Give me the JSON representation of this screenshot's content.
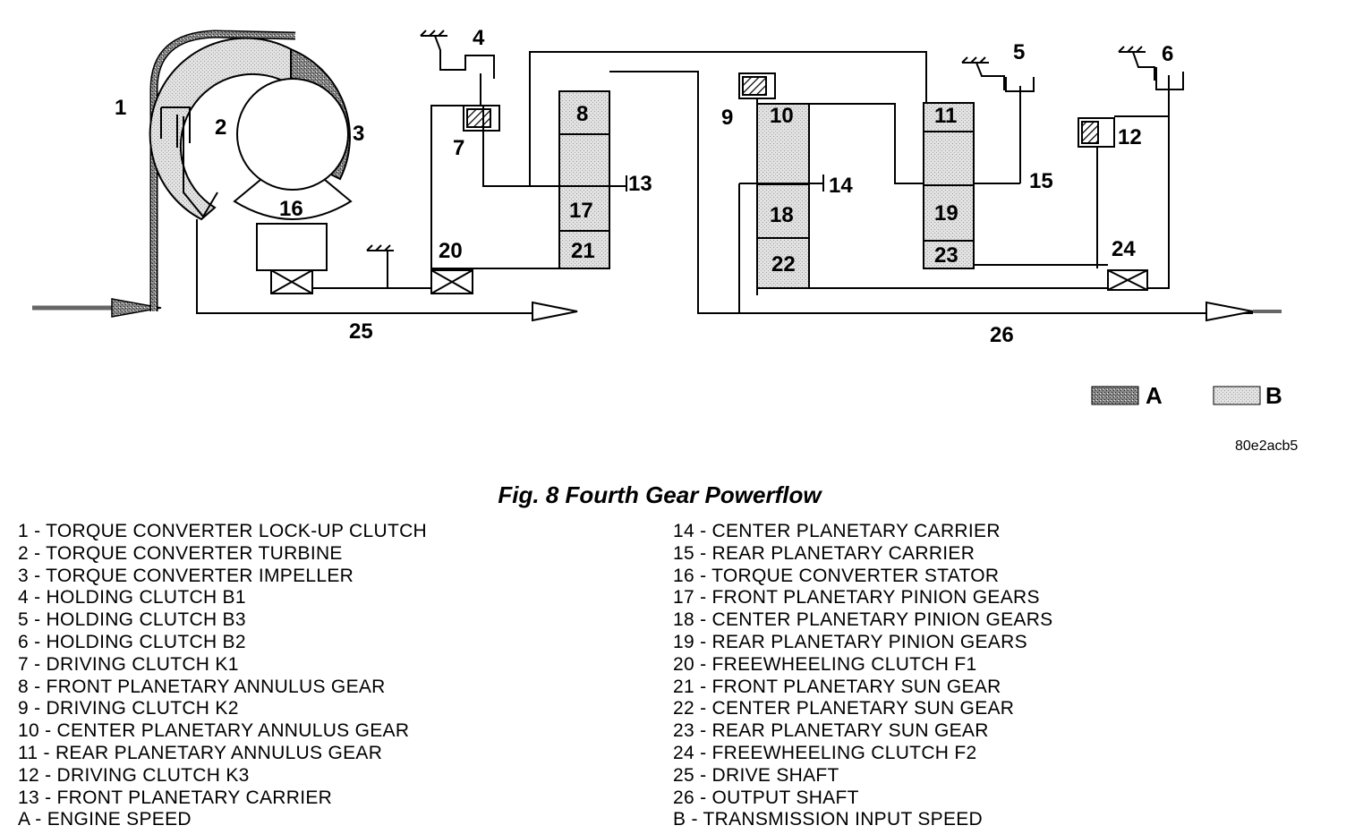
{
  "diagram": {
    "numbers": {
      "n1": "1",
      "n2": "2",
      "n3": "3",
      "n4": "4",
      "n5": "5",
      "n6": "6",
      "n7": "7",
      "n8": "8",
      "n9": "9",
      "n10": "10",
      "n11": "11",
      "n12": "12",
      "n13": "13",
      "n14": "14",
      "n15": "15",
      "n16": "16",
      "n17": "17",
      "n18": "18",
      "n19": "19",
      "n20": "20",
      "n21": "21",
      "n22": "22",
      "n23": "23",
      "n24": "24",
      "n25": "25",
      "n26": "26"
    },
    "legend": {
      "a": "A",
      "b": "B"
    },
    "code": "80e2acb5"
  },
  "caption": "Fig. 8 Fourth Gear Powerflow",
  "list_left": [
    "1 - TORQUE CONVERTER LOCK-UP CLUTCH",
    "2 - TORQUE CONVERTER TURBINE",
    "3 - TORQUE CONVERTER IMPELLER",
    "4 - HOLDING CLUTCH B1",
    "5 - HOLDING CLUTCH B3",
    "6 - HOLDING CLUTCH B2",
    "7 - DRIVING CLUTCH K1",
    "8 - FRONT PLANETARY ANNULUS GEAR",
    "9 - DRIVING CLUTCH K2",
    "10 - CENTER PLANETARY ANNULUS GEAR",
    "11 - REAR PLANETARY ANNULUS GEAR",
    "12 - DRIVING CLUTCH K3",
    "13 - FRONT PLANETARY CARRIER",
    "A - ENGINE SPEED"
  ],
  "list_right": [
    "14 - CENTER PLANETARY CARRIER",
    "15 - REAR PLANETARY CARRIER",
    "16 - TORQUE CONVERTER STATOR",
    "17 - FRONT PLANETARY PINION GEARS",
    "18 - CENTER PLANETARY PINION GEARS",
    "19 - REAR PLANETARY PINION GEARS",
    "20 - FREEWHEELING CLUTCH F1",
    "21 - FRONT PLANETARY SUN GEAR",
    "22 - CENTER PLANETARY SUN GEAR",
    "23 - REAR PLANETARY SUN GEAR",
    "24 - FREEWHEELING CLUTCH F2",
    "25 - DRIVE SHAFT",
    "26 - OUTPUT SHAFT",
    "B - TRANSMISSION INPUT SPEED"
  ],
  "colors": {
    "ink": "#000000",
    "engine_speed_fill": "#777777",
    "input_speed_fill": "#dcdcdc"
  }
}
